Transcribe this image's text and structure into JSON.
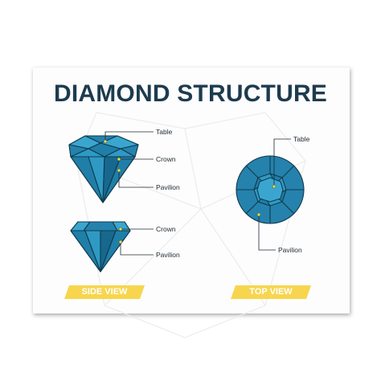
{
  "title": "DIAMOND STRUCTURE",
  "side_labels": {
    "table": "Table",
    "crown_top": "Crown",
    "pavilion_top": "Pavilion",
    "crown_bottom": "Crown",
    "pavilion_bottom": "Pavilion"
  },
  "top_labels": {
    "table": "Table",
    "pavilion": "Pavilion"
  },
  "banners": {
    "side_view": "SIDE VIEW",
    "top_view": "TOP VIEW"
  },
  "colors": {
    "title": "#1d3b4f",
    "gem_light": "#2e9ac4",
    "gem_mid": "#1f7fa8",
    "gem_dark": "#17688e",
    "outline": "#123a4e",
    "dot": "#f2d94a",
    "banner": "#f7d54e"
  }
}
